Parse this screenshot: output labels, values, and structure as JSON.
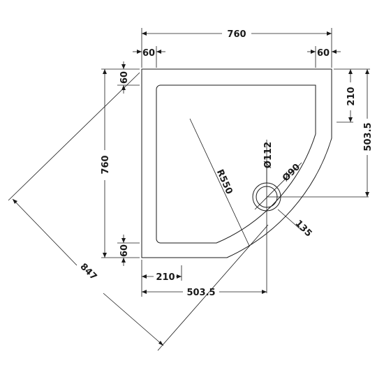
{
  "labels": {
    "overall_width": "760",
    "left_margin_top": "60",
    "right_margin_top": "60",
    "top_margin_left": "60",
    "bottom_margin_left": "60",
    "overall_height": "760",
    "right_offset": "210",
    "right_waste": "503.5",
    "bottom_offset": "210",
    "bottom_waste": "503.5",
    "diagonal": "847",
    "radius": "R550",
    "waste_outer": "Ø112",
    "waste_inner": "Ø90",
    "waste_clearance": "135"
  }
}
